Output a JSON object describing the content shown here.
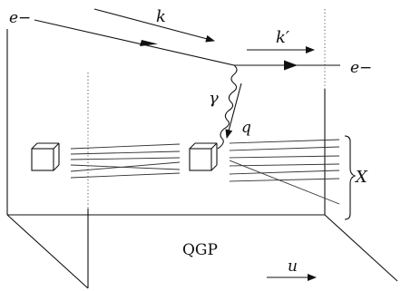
{
  "labels": {
    "electron_in": "e−",
    "electron_out": "e−",
    "k": "k",
    "k_prime": "k′",
    "gamma": "γ",
    "q": "q",
    "X": "X",
    "qgp": "QGP",
    "u": "u"
  }
}
